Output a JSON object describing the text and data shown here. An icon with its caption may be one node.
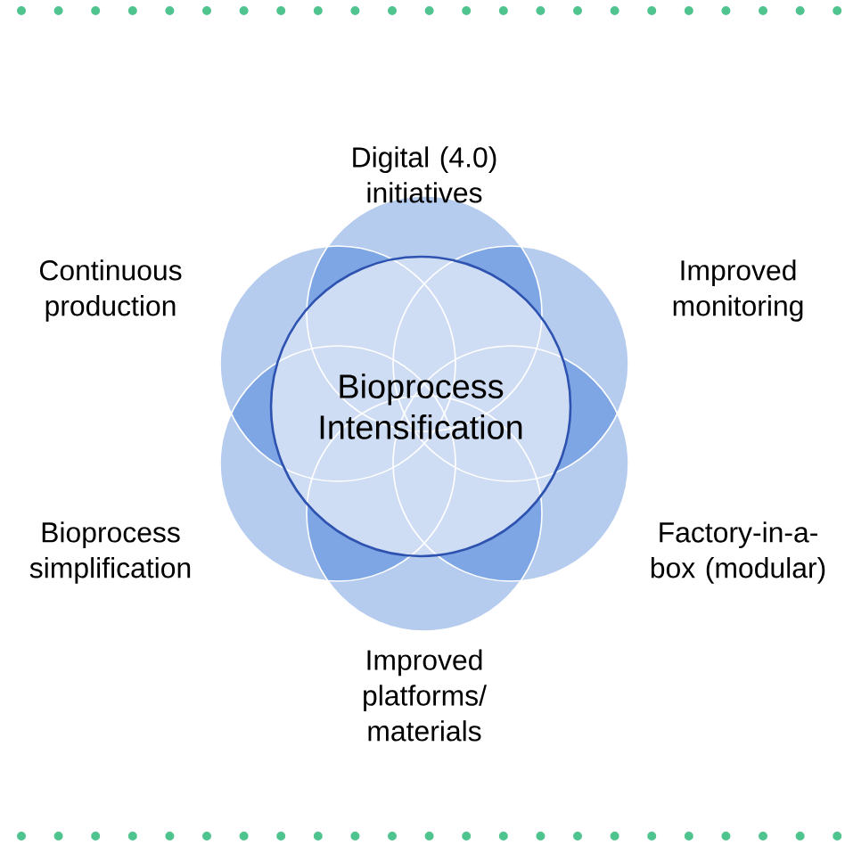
{
  "diagram": {
    "nodes": [
      {
        "text": [
          "Bioprocess Intensification"
        ]
      }
    ],
    "labels": [
      "Digital (4.0) initiatives",
      "Continuous production",
      "Improved monitoring",
      "Bioprocess simplification",
      "Factory-in-a-box (modular)",
      "Improved platforms/ materials"
    ]
  }
}
